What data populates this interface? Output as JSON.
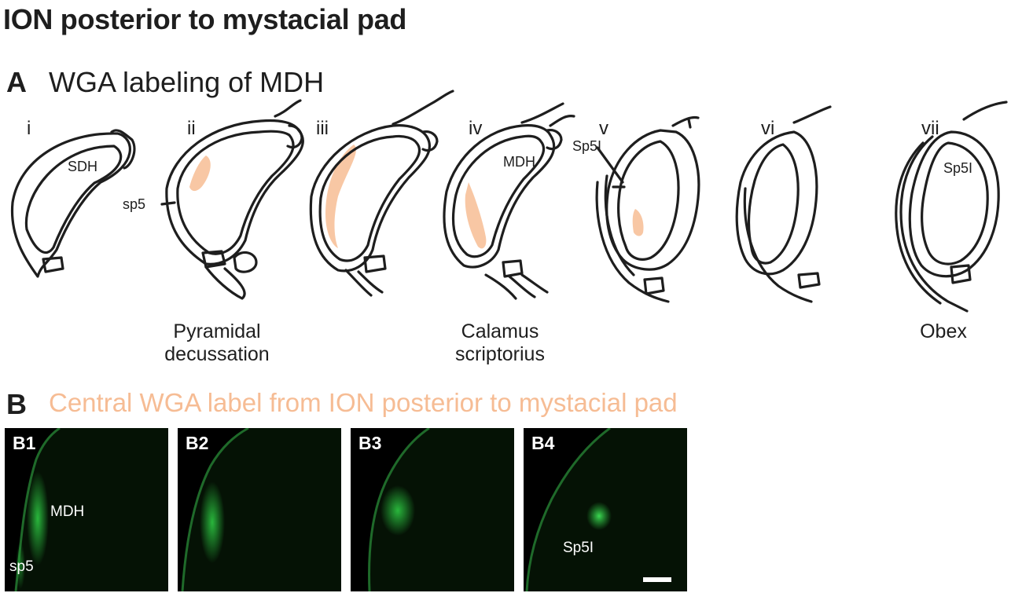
{
  "title": "ION posterior to mystacial pad",
  "panel_a": {
    "letter": "A",
    "title": "WGA labeling of MDH",
    "sections": [
      "i",
      "ii",
      "iii",
      "iv",
      "v",
      "vi",
      "vii"
    ],
    "structure_labels": {
      "sdh": "SDH",
      "sp5": "sp5",
      "mdh": "MDH",
      "sp5i_v": "Sp5I",
      "sp5i_vii": "Sp5I"
    },
    "captions": {
      "pyramidal": [
        "Pyramidal",
        "decussation"
      ],
      "calamus": [
        "Calamus",
        "scriptorius"
      ],
      "obex": "Obex"
    },
    "label_color": "#f8c7a4"
  },
  "panel_b": {
    "letter": "B",
    "title": "Central WGA label from ION posterior to mystacial pad",
    "title_color": "#f6bc94",
    "micrographs": [
      {
        "label": "B1",
        "annotations": [
          "MDH",
          "sp5"
        ]
      },
      {
        "label": "B2",
        "annotations": []
      },
      {
        "label": "B3",
        "annotations": []
      },
      {
        "label": "B4",
        "annotations": [
          "Sp5I"
        ]
      }
    ],
    "fluorescence_color": "#29c23d"
  }
}
